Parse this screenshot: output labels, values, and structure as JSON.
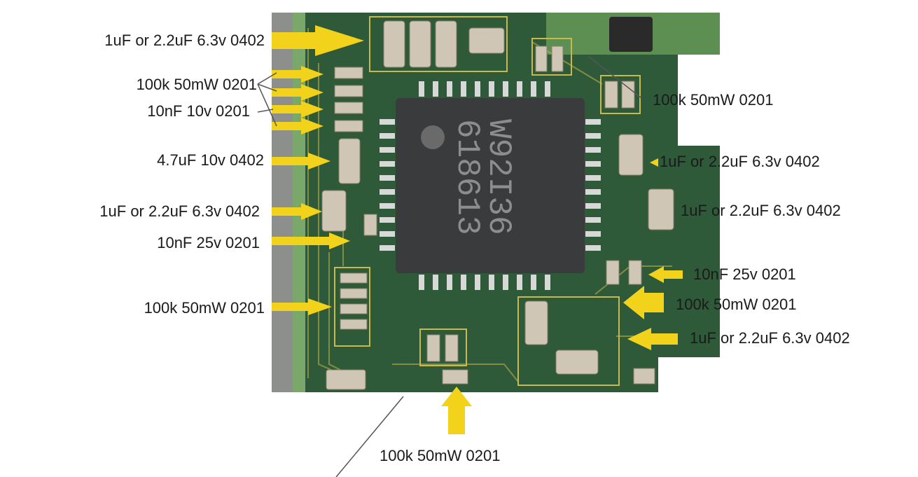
{
  "labels": {
    "l1": "1uF or 2.2uF 6.3v 0402",
    "l2": "100k 50mW 0201",
    "l3": "10nF 10v 0201",
    "l4": "4.7uF 10v 0402",
    "l5": "1uF or 2.2uF 6.3v 0402",
    "l6": "10nF 25v 0201",
    "l7": "100k 50mW 0201",
    "r1": "100k 50mW 0201",
    "r2": "1uF or 2.2uF 6.3v 0402",
    "r3": "1uF or 2.2uF 6.3v 0402",
    "r4": "10nF 25v 0201",
    "r5": "100k 50mW 0201",
    "r6": "1uF or 2.2uF 6.3v 0402",
    "b1": "100k 50mW 0201"
  },
  "chip": {
    "line1": "W92I36",
    "line2": "618613"
  },
  "colors": {
    "pcb": "#2f5a39",
    "pcb_edge": "#7aa86a",
    "arrow": "#f2d21a",
    "silkscreen": "#c9b84a",
    "chip": "#3a3b3d"
  }
}
